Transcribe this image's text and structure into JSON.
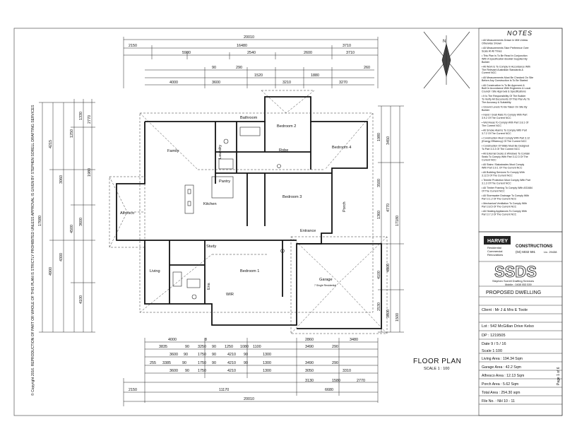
{
  "plan": {
    "title": "FLOOR PLAN",
    "scale": "SCALE 1 : 100",
    "rooms": {
      "family": "Family",
      "bathroom": "Bathroom",
      "laundry": "Laundry",
      "bedroom2": "Bedroom 2",
      "bedroom4": "Bedroom 4",
      "robe": "Robe",
      "pantry": "Pantry",
      "alfresco": "Alfresco",
      "kitchen": "Kitchen",
      "bedroom3": "Bedroom 3",
      "entrance": "Entrance",
      "porch": "Porch",
      "study": "Study",
      "living": "Living",
      "bedroom1": "Bedroom 1",
      "wir": "WIR",
      "ens": "Ens",
      "garage": "Garage"
    },
    "garage_note": "7 Single Residential",
    "top_dims": {
      "overall": "20010",
      "row2": [
        "2150",
        "16480",
        "3710"
      ],
      "row3": [
        "5980",
        "2540",
        "2600",
        "3710"
      ],
      "row4": [
        "4000",
        "3600",
        "90",
        "290",
        "1520",
        "3210",
        "1880",
        "3270",
        "260"
      ]
    },
    "bottom_dims": {
      "row1": [
        "4000",
        "8",
        "2860",
        "3480"
      ],
      "row2": [
        "3835",
        "90",
        "3250",
        "90",
        "1250",
        "1080",
        "1100",
        "3490",
        "290"
      ],
      "row3": [
        "3600",
        "90",
        "1750",
        "90",
        "4210",
        "90",
        "1300"
      ],
      "row4": [
        "255",
        "3385",
        "90",
        "1750",
        "90",
        "4210",
        "90",
        "1300",
        "3490",
        "290"
      ],
      "row5": [
        "2150",
        "11170",
        "3130",
        "1580",
        "2770"
      ],
      "overall": "20010",
      "extra": [
        "3600",
        "90",
        "1750",
        "4210",
        "1300",
        "3050",
        "3310",
        "6680"
      ]
    },
    "left_dims": [
      "17680",
      "4215",
      "3060",
      "4500",
      "1250",
      "3600",
      "4300",
      "4900",
      "4100",
      "1980",
      "1330",
      "2770"
    ],
    "right_dims": [
      "1980",
      "3450",
      "4770",
      "17180",
      "3500",
      "1360",
      "4100",
      "4900",
      "2530",
      "3800",
      "1500"
    ],
    "copyright": "© Copyright 2016. REPRODUCTION OF PART OR WHOLE OF THIS PLAN IS STRICTLY PROHIBITED UNLESS APPROVAL IS GIVEN BY STEPHEN SORELL DRAFTING SERVICES"
  },
  "notes": {
    "title": "NOTES",
    "items": [
      "All Measurements Drawn In MM Unless Otherwise Shown",
      "All Measurements Take Preference Over Scale At All Times",
      "This Plan Is To Be Read In Conjunction With A Specification Booklet Supplied By Builder",
      "All Work Is To Comply In Accordance With The Relevant Australian Standards & Current NCC",
      "All Measurements Must Be Checked On Site Before Any Construction Is To Be Started",
      "All Construction Is To Be Approved & Built In Accordance With Engineers & Local Council / Site Approval & Specifications",
      "It Is The Responsibility Of The Builder To Verify All Documents Of This Plan As To The Accuracy & Suitability",
      "Ground Levels To Be Taken On Site By Builder",
      "Hand / Grab Rails To Comply With Part 3.9.2 Of The Current NCC",
      "Wet Areas To Comply With Part 3.8.1 Of The Current NCC",
      "All Smoke Alarms To Comply With Part 3.7.2 Of The Current NCC",
      "Construction Must Comply With Part 3.12 (Energy Efficiency) Of The Current NCC",
      "Construction Of Walls Must Be Designed To Part 3.3.3 Of The Current NCC",
      "All External Decks & Windows To Contain Seals To Comply With Part 3.12.3 Of The Current NCC",
      "All Stairs / Balustrades Must Comply With Part 3.9.1 Of The Current NCC",
      "All Building Services To Comply With 3.12.5 Of The Current NCC",
      "Termite Protection Must Comply With Part 3.1.3 Of The Current NCC",
      "All Timber Framing To Comply With AS1684 Of The Current NCC",
      "All Stormwater Drainage To Comply With Part 3.1.2 Of The Current NCC",
      "Mechanical Ventilation To Comply With Part 3.8.5 Of The Current NCC",
      "All Heating Appliances To Comply With Part 3.7.3 Of The Current NCC"
    ]
  },
  "title_block": {
    "builder": "HARVEY",
    "builder_sub1": "Residential",
    "builder_sub2": "Commercial",
    "builder_sub3": "Renovations",
    "builder_tag": "CONSTRUCTIONS",
    "builder_phone": "(04) 6032 591 ",
    "builder_lic": "Lic. 29438",
    "drafting_logo": "SSDS",
    "drafting_name": "Stephen Sorrell Drafting Services",
    "drafting_mobile": "Mobile : 0408 053 539",
    "project": "PROPOSED DWELLING",
    "client": "Client : Mr J & Mrs E Toole",
    "lot": "Lot : 542 McGillan Drive Kelso",
    "dp": "DP : 1219505",
    "date": "Date 9 / 5 / 16",
    "scale": "Scale 1:100",
    "areas": {
      "living": "Living Area : 194.34 Sqm",
      "garage": "Garage Area : 42.2 Sqm",
      "alfresco": "Alfresco Area : 12.13 Sqm",
      "porch": "Porch Area : 5.62 Sqm",
      "total": "Total Area : 254.30 sqm"
    },
    "file": "File No. : NH 10 - 11",
    "page": "Page 1 of 6"
  }
}
